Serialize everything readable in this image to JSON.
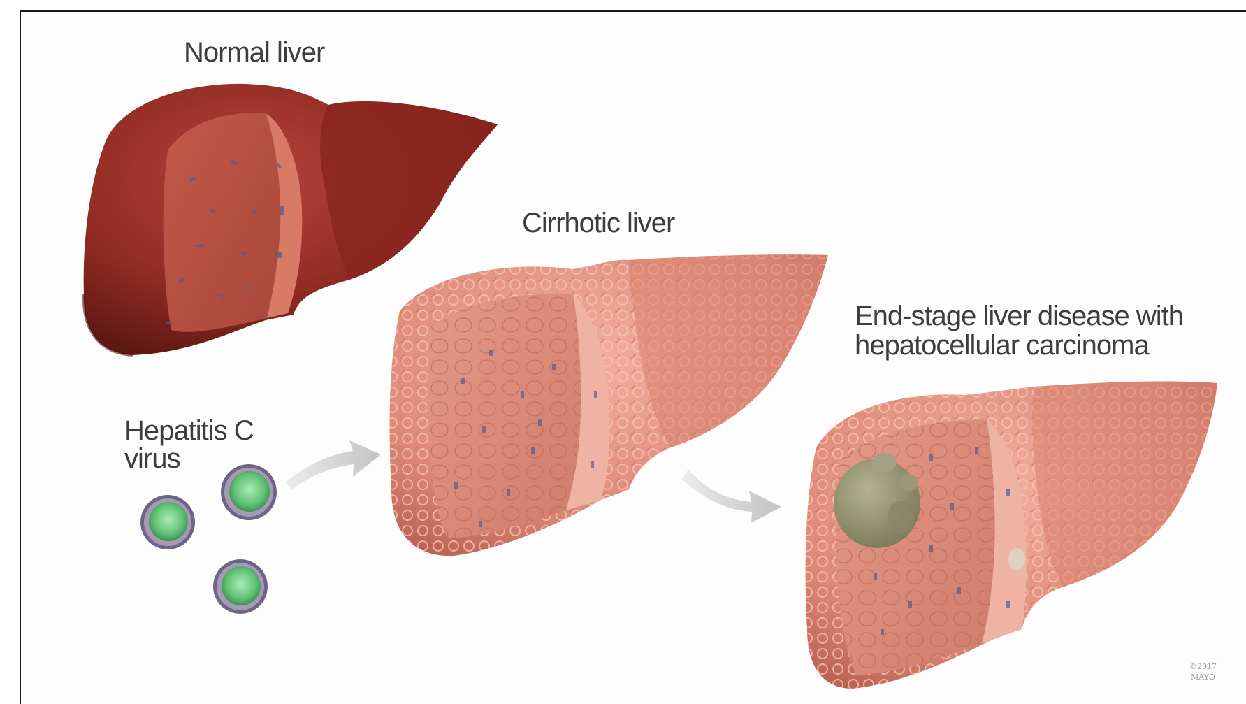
{
  "labels": {
    "normal_liver": "Normal liver",
    "cirrhotic_liver": "Cirrhotic liver",
    "end_stage": "End-stage liver disease with\nhepatocellular carcinoma",
    "hepatitis_c": "Hepatitis C\nvirus"
  },
  "copyright": "©2017\nMAYO",
  "colors": {
    "normal_liver": "#8f2a22",
    "diseased_liver": "#df8f7e",
    "tumor": "#9a9a78",
    "virus_core": "#7dd690",
    "virus_shell": "#7a6d8c",
    "arrow": "#c9c9c9"
  },
  "icons": {
    "normal_liver": "normal-liver-illustration",
    "cirrhotic_liver": "cirrhotic-liver-illustration",
    "end_stage_liver": "end-stage-liver-illustration",
    "virus": "virus-particle-icon",
    "arrow": "progression-arrow-icon"
  }
}
